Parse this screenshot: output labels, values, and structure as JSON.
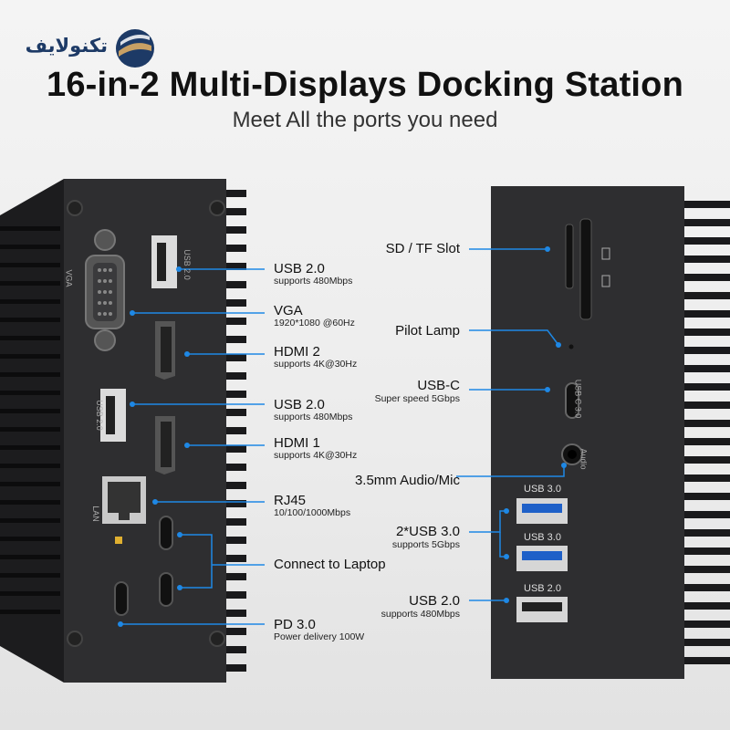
{
  "brand": {
    "name": "تکنولایف"
  },
  "header": {
    "title": "16-in-2 Multi-Displays Docking Station",
    "subtitle": "Meet All the ports you need"
  },
  "colors": {
    "accent": "#1e88e5",
    "device": "#2b2b2d",
    "fin": "#1c1c1e"
  },
  "left_callouts": [
    {
      "label": "USB 2.0",
      "detail": "supports 480Mbps"
    },
    {
      "label": "VGA",
      "detail": "1920*1080 @60Hz"
    },
    {
      "label": "HDMI 2",
      "detail": "supports 4K@30Hz"
    },
    {
      "label": "USB 2.0",
      "detail": "supports 480Mbps"
    },
    {
      "label": "HDMI 1",
      "detail": "supports 4K@30Hz"
    },
    {
      "label": "RJ45",
      "detail": "10/100/1000Mbps"
    },
    {
      "label": "Connect to Laptop",
      "detail": ""
    },
    {
      "label": "PD 3.0",
      "detail": "Power delivery 100W"
    }
  ],
  "right_callouts": [
    {
      "label": "SD / TF Slot",
      "detail": ""
    },
    {
      "label": "Pilot Lamp",
      "detail": ""
    },
    {
      "label": "USB-C",
      "detail": "Super speed 5Gbps"
    },
    {
      "label": "3.5mm Audio/Mic",
      "detail": ""
    },
    {
      "label": "2*USB 3.0",
      "detail": "supports 5Gbps"
    },
    {
      "label": "USB 2.0",
      "detail": "supports 480Mbps"
    }
  ],
  "port_tags": {
    "vga": "VGA",
    "usb20_top": "USB 2.0",
    "usb20_mid": "USB 2.0",
    "lan": "LAN",
    "usbc": "USB C 3.0",
    "audio": "Audio",
    "usb30_a": "USB 3.0",
    "usb30_b": "USB 3.0",
    "usb20_right": "USB 2.0"
  }
}
